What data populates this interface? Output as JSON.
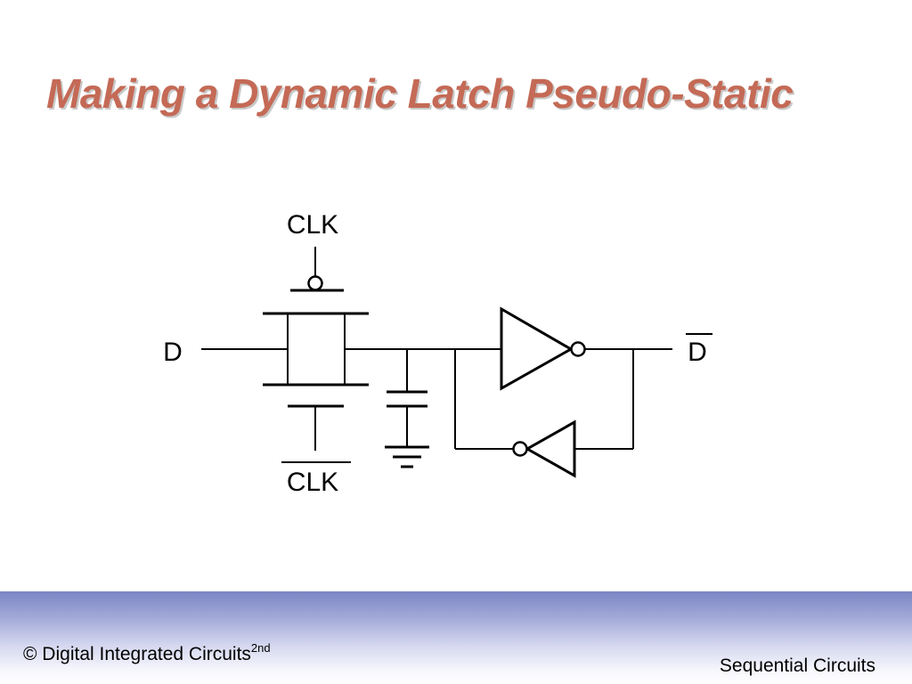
{
  "slide": {
    "title": "Making a Dynamic Latch Pseudo-Static",
    "title_color": "#c46a56"
  },
  "diagram": {
    "label_clk_top": "CLK",
    "label_clk_bottom": "CLK",
    "label_input": "D",
    "label_output": "D"
  },
  "footer": {
    "copyright": "© Digital Integrated Circuits",
    "edition": "2nd",
    "section": "Sequential Circuits",
    "band_color": "#7b85c4"
  }
}
